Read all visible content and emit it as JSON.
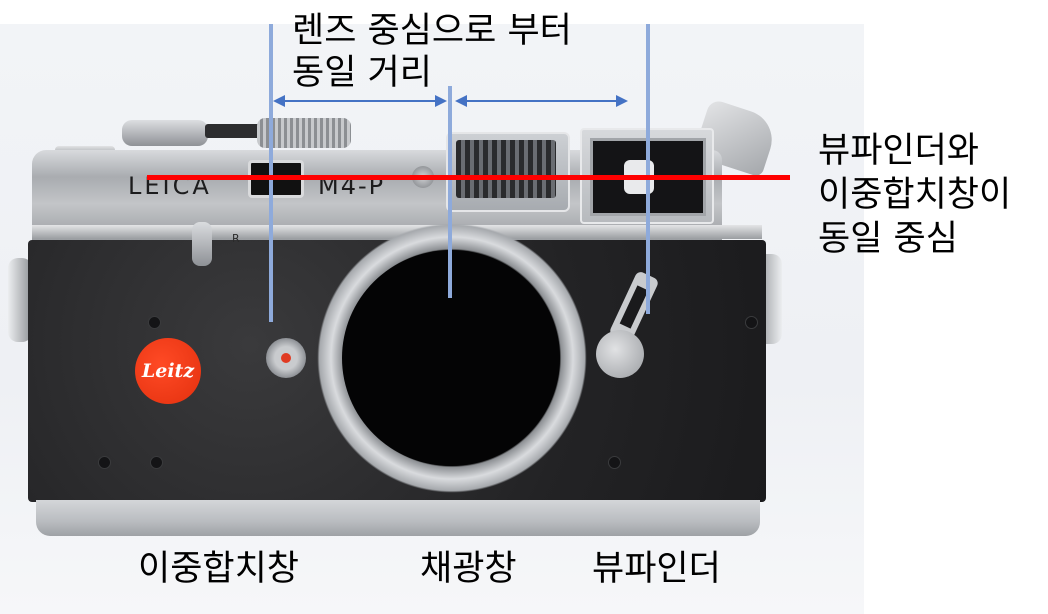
{
  "image": {
    "subject": "Leica M4-P rangefinder camera body, front view",
    "engravings": {
      "brand": "LEICA",
      "model": "M4-P",
      "badge": "Leitz",
      "r_mark": "R"
    }
  },
  "annotations": {
    "top_label": {
      "line1": "렌즈 중심으로 부터",
      "line2": "동일 거리"
    },
    "right_label": {
      "line1": "뷰파인더와",
      "line2": "이중합치창이",
      "line3": "동일 중심"
    },
    "bottom_labels": [
      {
        "text": "이중합치창"
      },
      {
        "text": "채광창"
      },
      {
        "text": "뷰파인더"
      }
    ]
  },
  "colors": {
    "guide_line": "#8eaadb",
    "center_line": "#ff0000",
    "arrow": "#4472c4",
    "text": "#000000"
  }
}
